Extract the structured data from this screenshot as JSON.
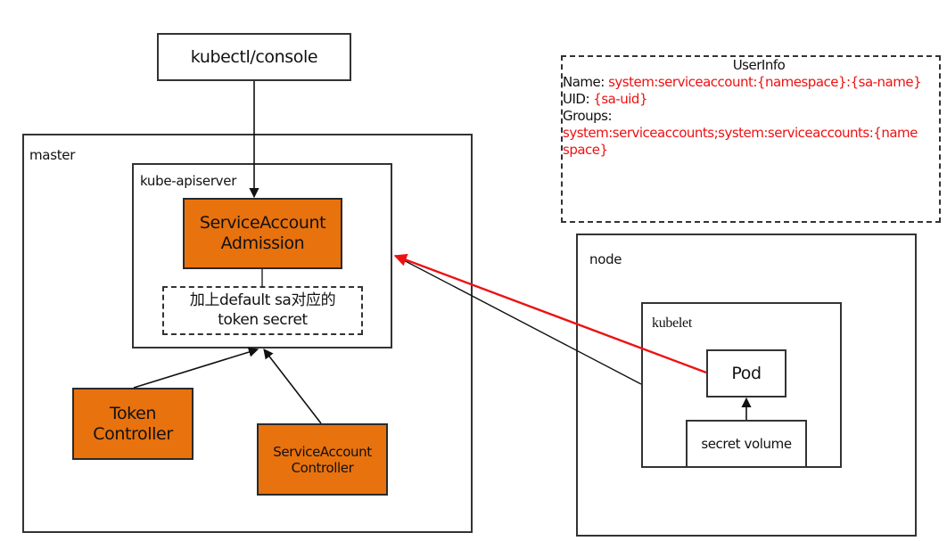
{
  "diagram": {
    "title": "Kubernetes ServiceAccount authentication flow",
    "colors": {
      "component_fill": "#E8720E",
      "highlight_arrow": "#EE1111",
      "user_info_value": "#EE1111",
      "stroke": "#111111"
    },
    "nodes": {
      "kubectl": {
        "label": "kubectl/console"
      },
      "master": {
        "label": "master"
      },
      "apiserver": {
        "label": "kube-apiserver"
      },
      "admission": {
        "line1": "ServiceAccount",
        "line2": "Admission"
      },
      "token_note": {
        "line1": "加上default sa对应的",
        "line2": "token secret"
      },
      "token_controller": {
        "line1": "Token",
        "line2": "Controller"
      },
      "sa_controller": {
        "line1": "ServiceAccount",
        "line2": "Controller"
      },
      "node": {
        "label": "node"
      },
      "kubelet": {
        "label": "kubelet"
      },
      "pod": {
        "label": "Pod"
      },
      "secret_volume": {
        "label": "secret volume"
      }
    },
    "userinfo": {
      "title": "UserInfo",
      "name_key": "Name: ",
      "name_value": "system:serviceaccount:{namespace}:{sa-name}",
      "uid_key": "UID: ",
      "uid_value": "{sa-uid}",
      "groups_key": "Groups:",
      "groups_value_line1": "system:serviceaccounts;system:serviceaccounts:{name",
      "groups_value_line2": "space}"
    },
    "edges": [
      {
        "from": "kubectl",
        "to": "admission",
        "style": "solid-black",
        "arrow": "end"
      },
      {
        "from": "admission",
        "to": "token_note",
        "style": "solid-black",
        "arrow": "none"
      },
      {
        "from": "token_controller",
        "to": "apiserver",
        "style": "solid-black",
        "arrow": "end"
      },
      {
        "from": "sa_controller",
        "to": "apiserver",
        "style": "solid-black",
        "arrow": "end"
      },
      {
        "from": "kubelet",
        "to": "apiserver",
        "style": "solid-black",
        "arrow": "none"
      },
      {
        "from": "pod",
        "to": "apiserver",
        "style": "solid-red",
        "arrow": "end"
      },
      {
        "from": "secret_volume",
        "to": "pod",
        "style": "solid-black",
        "arrow": "end"
      }
    ]
  }
}
